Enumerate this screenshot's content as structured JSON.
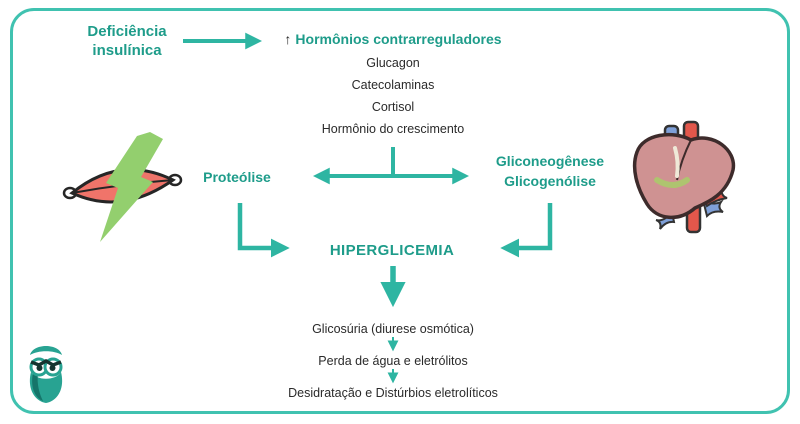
{
  "palette": {
    "teal_text": "#1e9c8a",
    "teal_arrow": "#2eb5a2",
    "border": "#40c2b0",
    "black_text": "#2a2a2a",
    "muscle_red": "#f0746a",
    "bolt_green": "#93cf6e",
    "liver_pink": "#cf9292",
    "vessel_blue": "#7fa0d8",
    "vessel_red": "#e2574b",
    "logo_teal": "#28a392"
  },
  "diagram": {
    "cause_label": "Deficiência\ninsulínica",
    "hormones": {
      "arrow_up": "↑",
      "title": "Hormônios contrarreguladores",
      "items": [
        "Glucagon",
        "Catecolaminas",
        "Cortisol",
        "Hormônio do crescimento"
      ]
    },
    "left_process_label": "Proteólise",
    "right_process_label": "Gliconeogênese\nGlicogenólise",
    "central_label": "HIPERGLICEMIA",
    "consequences": [
      "Glicosúria (diurese osmótica)",
      "Perda de água e eletrólitos",
      "Desidratação e Distúrbios eletrolíticos"
    ]
  },
  "icons": {
    "muscle": "muscle-lightning-icon",
    "liver": "liver-icon",
    "logo": "owl-logo"
  }
}
